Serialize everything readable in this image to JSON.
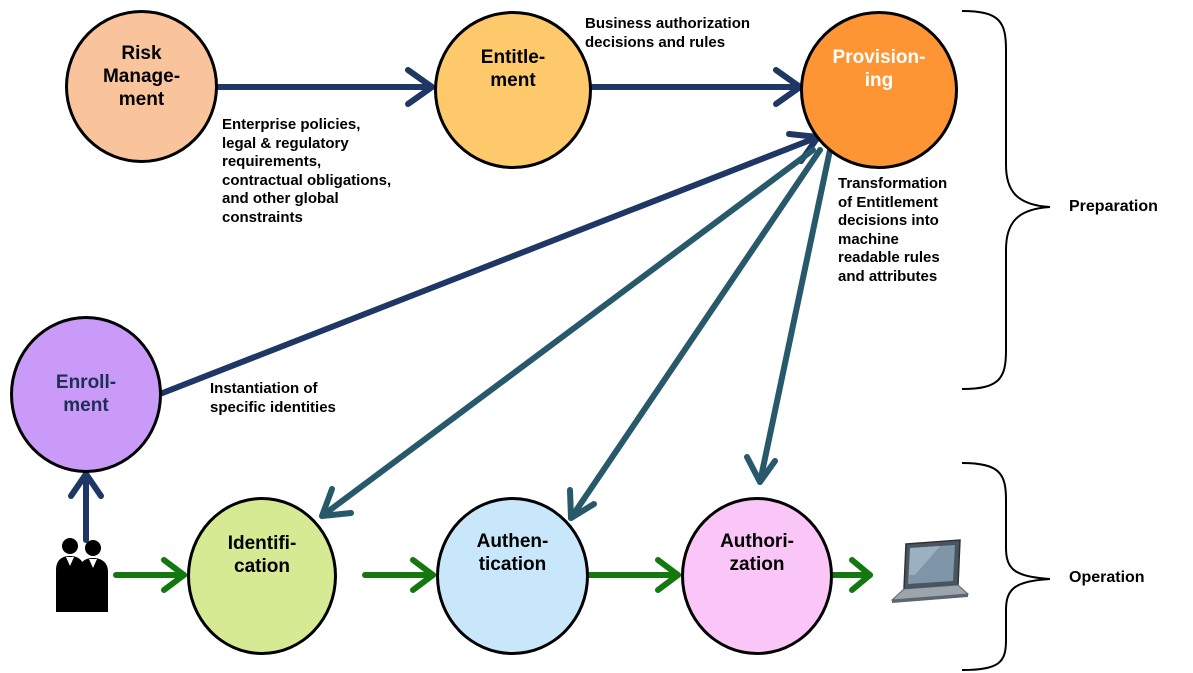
{
  "nodes": {
    "risk": {
      "label": "Risk\nManage-\nment",
      "fill": "#f9c49c"
    },
    "entitlement": {
      "label": "Entitle-\nment",
      "fill": "#fec96b"
    },
    "provisioning": {
      "label": "Provision-\ning",
      "fill": "#fe9534"
    },
    "enrollment": {
      "label": "Enroll-\nment",
      "fill": "#c99af8",
      "text_color": "#1e2f55"
    },
    "identification": {
      "label": "Identifi-\ncation",
      "fill": "#d6e993"
    },
    "authentication": {
      "label": "Authen-\ntication",
      "fill": "#c8e7fa"
    },
    "authorization": {
      "label": "Authori-\nzation",
      "fill": "#f9c6f7"
    }
  },
  "notes": {
    "policies": "Enterprise policies,\nlegal & regulatory\nrequirements,\ncontractual obligations,\nand other global\nconstraints",
    "business_rules": "Business authorization\ndecisions and rules",
    "transformation": "Transformation\nof Entitlement\ndecisions into\nmachine\nreadable rules\nand attributes",
    "instantiation": "Instantiation of\nspecific identities"
  },
  "sections": {
    "preparation": "Preparation",
    "operation": "Operation"
  },
  "colors": {
    "navy_arrow": "#1e3764",
    "teal_arrow": "#27596a",
    "green_arrow": "#13790f",
    "bracket": "#000000"
  },
  "icons": {
    "people": "people-silhouette-icon",
    "laptop": "laptop-icon"
  }
}
